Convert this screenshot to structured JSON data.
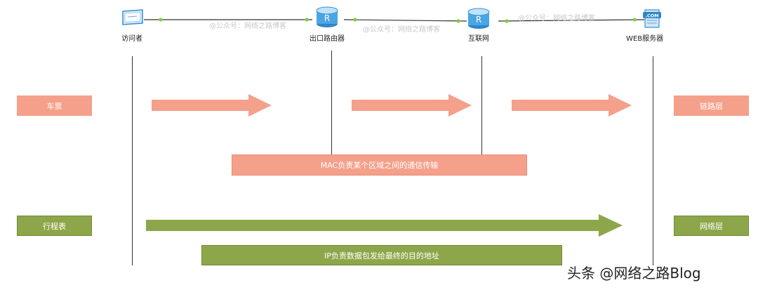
{
  "topology": {
    "nodes": [
      {
        "label": "访问者",
        "icon": "pc-icon"
      },
      {
        "label": "出口路由器",
        "icon": "router-icon"
      },
      {
        "label": "互联网",
        "icon": "router-icon"
      },
      {
        "label": "WEB服务器",
        "icon": "server-icon"
      }
    ],
    "router_letter": "R",
    "server_badge": ".COM",
    "watermark": "@公众号：网络之路博客"
  },
  "link_layer": {
    "left_label": "车票",
    "right_label": "链路层",
    "description": "MAC负责某个区域之间的通信传输",
    "color": "#f4a08a"
  },
  "network_layer": {
    "left_label": "行程表",
    "right_label": "网络层",
    "description": "IP负责数据包发给最终的目的地址",
    "color": "#8ea64a"
  },
  "brand": "头条 @网络之路Blog"
}
